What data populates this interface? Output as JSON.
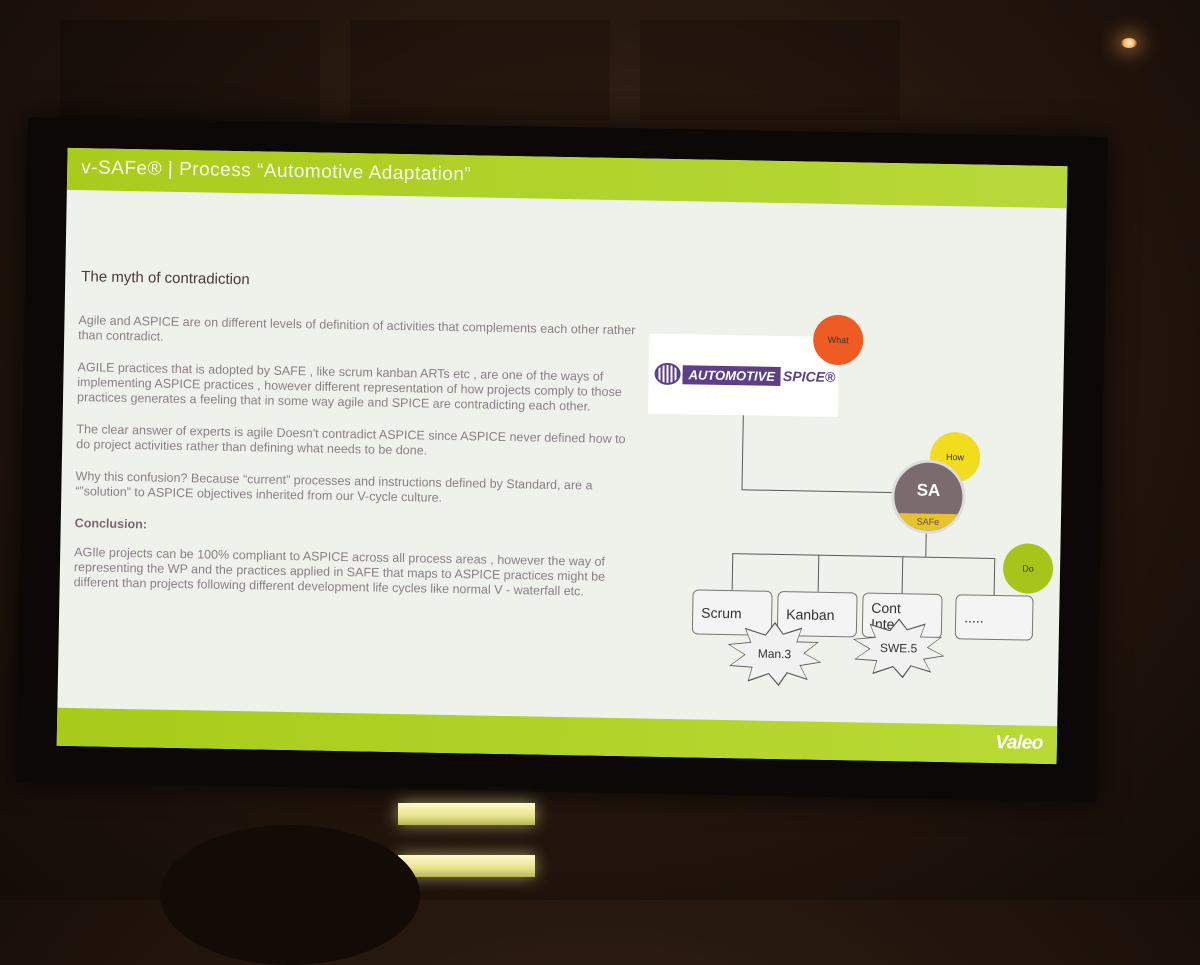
{
  "slide": {
    "title": "v-SAFe® | Process “Automotive Adaptation”",
    "heading": "The myth of contradiction",
    "paragraphs": [
      "Agile and ASPICE are on different levels of definition of activities that complements each other rather than contradict.",
      "AGILE practices that is adopted by SAFE , like scrum kanban ARTs etc , are one of the ways of implementing ASPICE practices , however different representation of how projects comply to those practices generates a feeling that in some way agile and SPICE are contradicting each other.",
      "The clear answer of experts is agile Doesn't contradict ASPICE since ASPICE never defined how to do project activities rather than defining what needs to  be done.",
      "Why this confusion? Because “current” processes and instructions defined by Standard, are a “”solution” to ASPICE objectives inherited from our V-cycle culture."
    ],
    "conclusion_label": "Conclusion:",
    "conclusion_text": "AGIle projects can be 100% compliant to ASPICE across all process areas , however the way of representing the WP and the practices applied in SAFE that maps to ASPICE practices might be different than projects following different development life cycles like normal V - waterfall etc.",
    "footer_logo": "Valeo"
  },
  "diagram": {
    "aspice_logo": {
      "band": "AUTOMOTIVE",
      "word": "SPICE®"
    },
    "labels": {
      "what": "What",
      "how": "How",
      "do": "Do"
    },
    "safe_badge": {
      "main": "SA",
      "sub": "SAFe"
    },
    "practices": [
      "Scrum",
      "Kanban",
      "Cont\nInteg.",
      "....."
    ],
    "callouts": [
      "Man.3",
      "SWE.5"
    ]
  }
}
